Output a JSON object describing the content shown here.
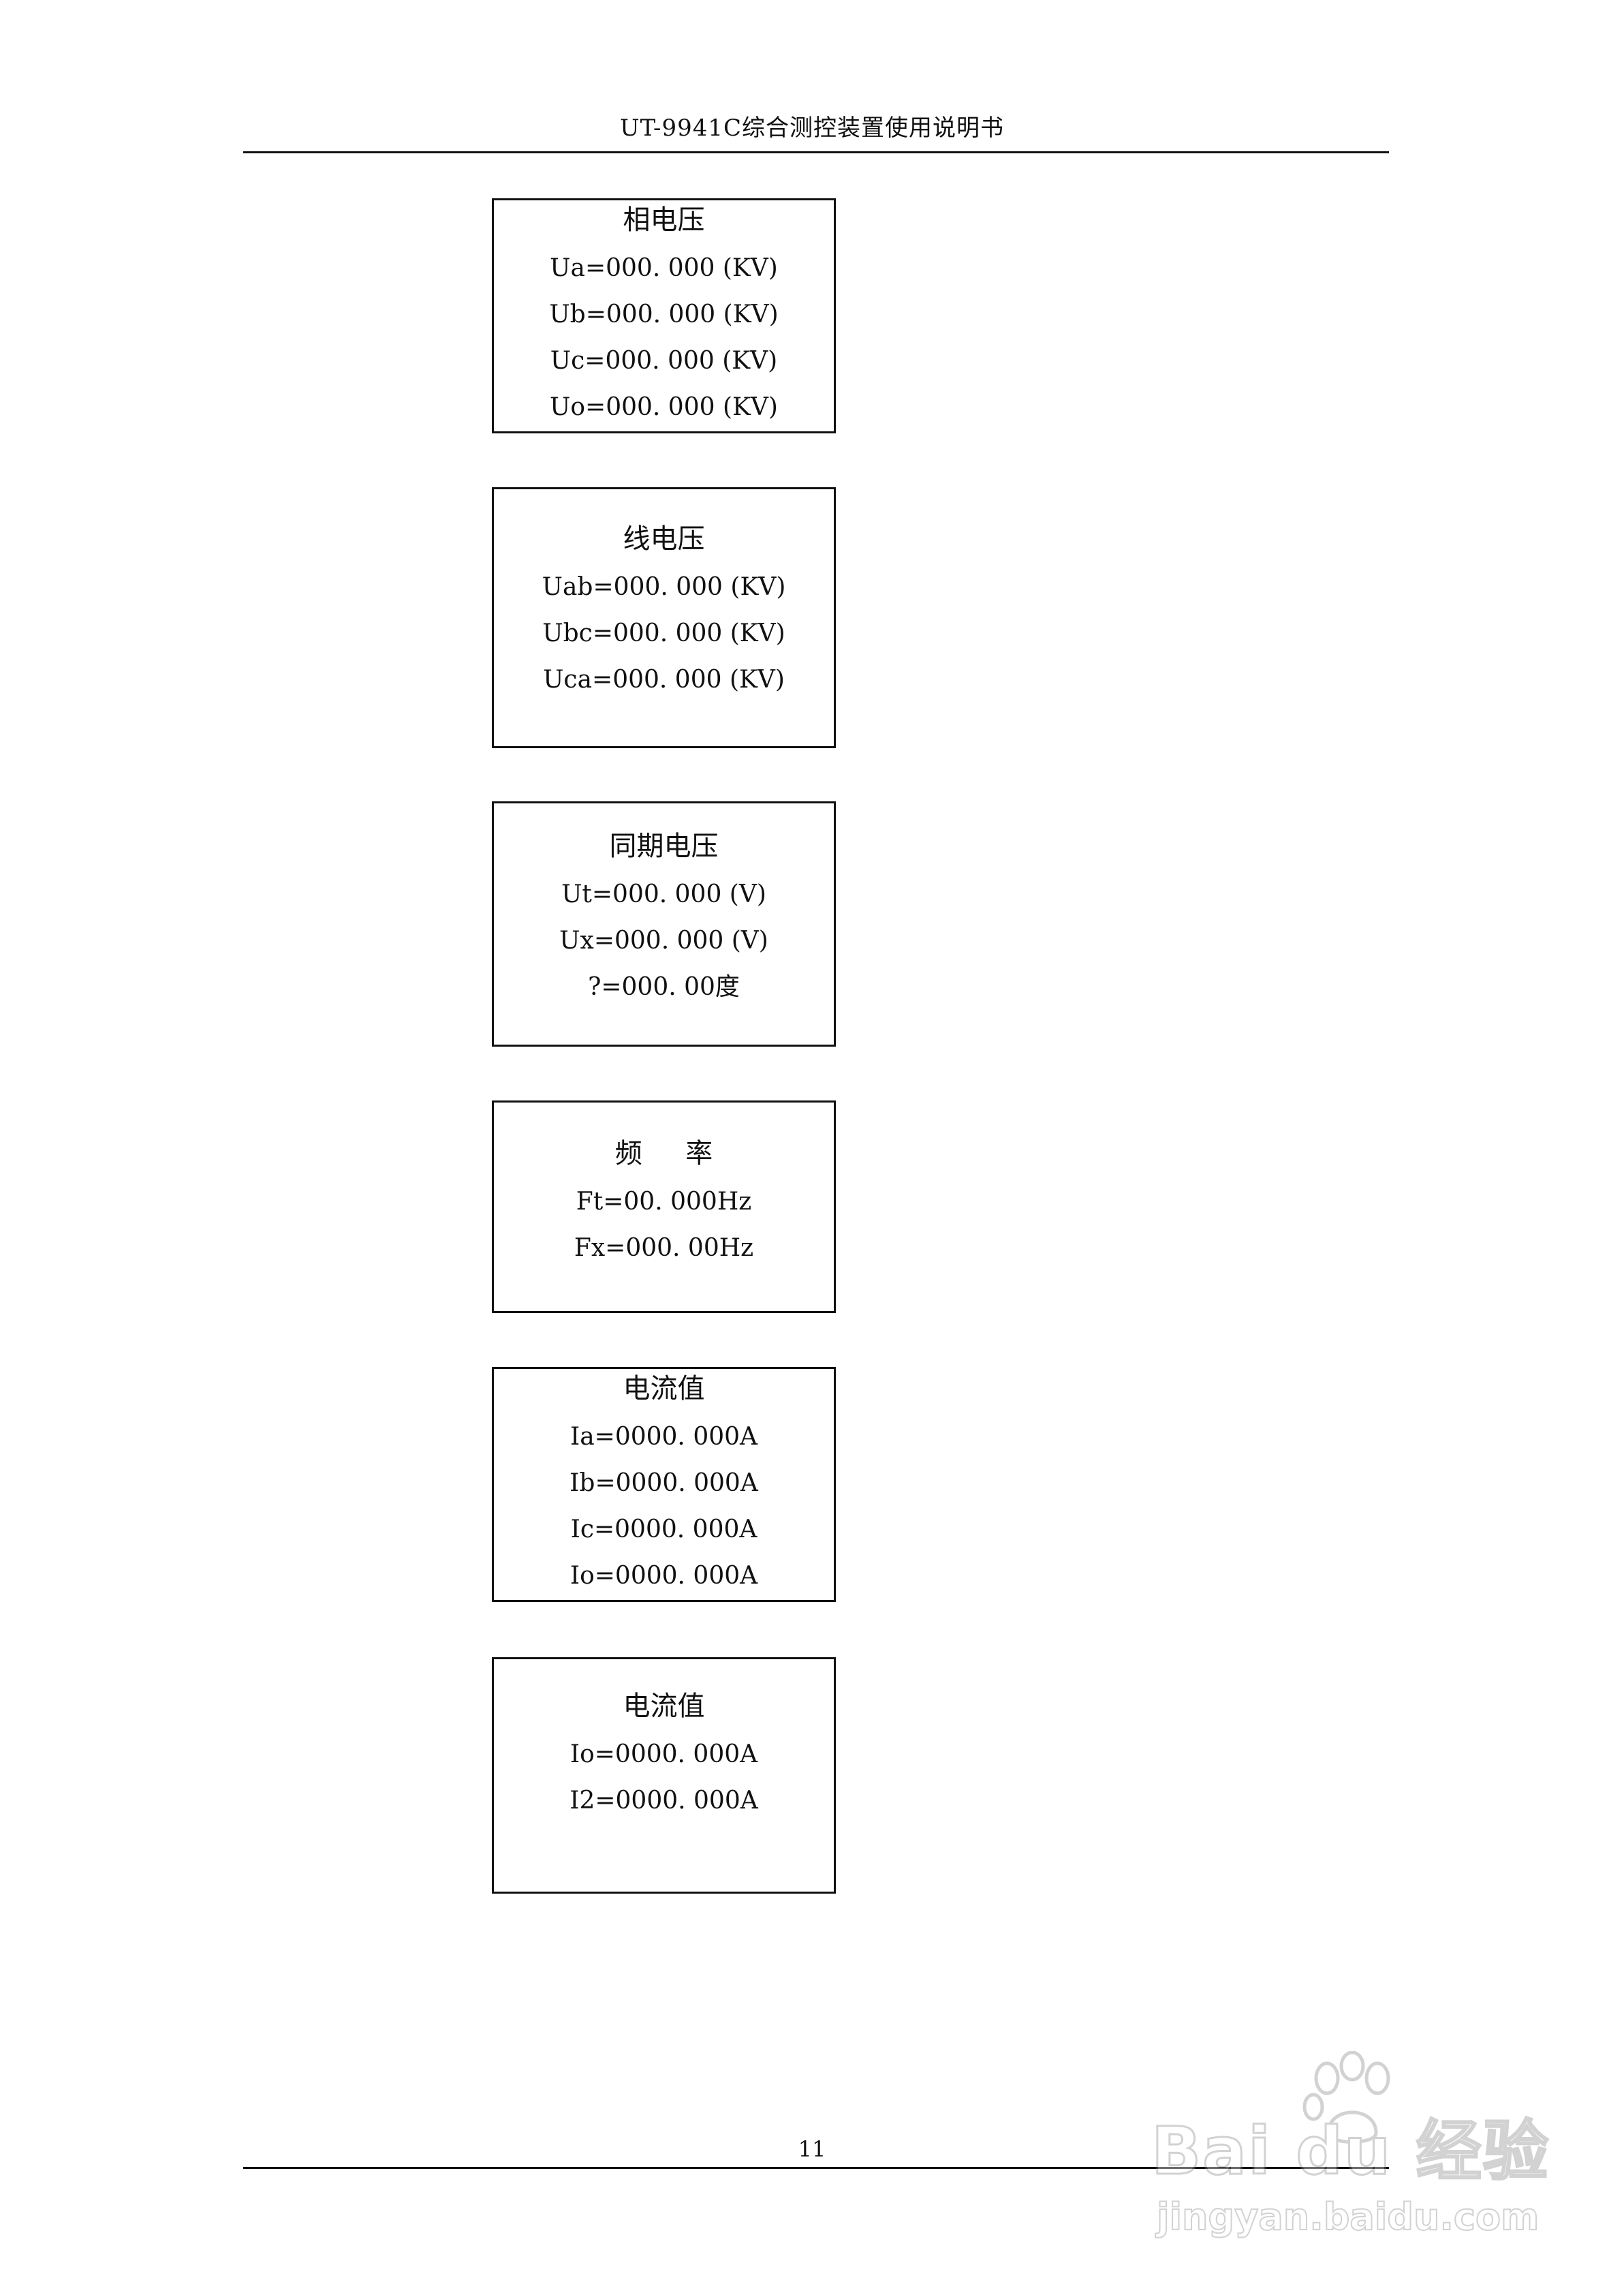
{
  "header": {
    "title": "UT-9941C综合测控装置使用说明书"
  },
  "screens": [
    {
      "title": "相电压",
      "lines": [
        "Ua=000. 000 (KV)",
        "Ub=000. 000 (KV)",
        "Uc=000. 000 (KV)",
        "Uo=000. 000 (KV)"
      ]
    },
    {
      "title": "线电压",
      "lines": [
        "Uab=000. 000 (KV)",
        "Ubc=000. 000 (KV)",
        "Uca=000. 000 (KV)"
      ]
    },
    {
      "title": "同期电压",
      "lines": [
        "Ut=000. 000 (V)",
        "Ux=000. 000 (V)",
        "?=000. 00度"
      ]
    },
    {
      "title": "频     率",
      "lines": [
        "Ft=00. 000Hz",
        "Fx=000. 00Hz"
      ]
    },
    {
      "title": "电流值",
      "lines": [
        "Ia=0000. 000A",
        "Ib=0000. 000A",
        "Ic=0000. 000A",
        "Io=0000. 000A"
      ]
    },
    {
      "title": "电流值",
      "lines": [
        "Io=0000. 000A",
        "I2=0000. 000A"
      ]
    }
  ],
  "footer": {
    "page_number": "11"
  },
  "watermark": {
    "brand": "Bai du 经验",
    "url": "jingyan.baidu.com",
    "icon": "paw-icon",
    "stroke_color": "#8a8a8a"
  }
}
